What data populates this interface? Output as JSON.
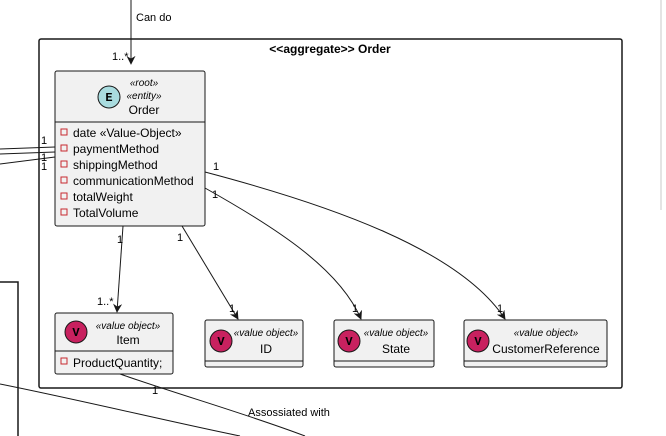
{
  "top_link": {
    "label": "Can do",
    "multiplicity": "1..*"
  },
  "package": {
    "title": "<<aggregate>> Order"
  },
  "order": {
    "badge": "E",
    "stereotype_root": "«root»",
    "stereotype_entity": "«entity»",
    "name": "Order",
    "attributes": [
      "date «Value-Object»",
      "paymentMethod",
      "shippingMethod",
      "communicationMethod",
      "totalWeight",
      "TotalVolume"
    ]
  },
  "left_links": {
    "mult_a": "1",
    "mult_b": "1",
    "mult_c": "1"
  },
  "item": {
    "badge": "V",
    "stereotype": "«value object»",
    "name": "Item",
    "attributes": [
      "ProductQuantity;"
    ]
  },
  "id_class": {
    "badge": "V",
    "stereotype": "«value object»",
    "name": "ID"
  },
  "state_class": {
    "badge": "V",
    "stereotype": "«value object»",
    "name": "State"
  },
  "customer_ref": {
    "badge": "V",
    "stereotype": "«value object»",
    "name": "CustomerReference"
  },
  "links": {
    "order_item_src": "1",
    "order_item_dst": "1..*",
    "order_id_src": "1",
    "order_id_dst": "1",
    "order_state_src": "1",
    "order_state_dst": "1",
    "order_cust_src": "1",
    "order_cust_dst": "1",
    "item_bottom": "1",
    "assoc_label": "Assossiated with"
  },
  "colors": {
    "entity_badge": "#A9DCDF",
    "value_badge": "#C8215F",
    "class_fill": "#F1F1F1",
    "attr_marker": "#C82930",
    "line": "#181818"
  }
}
